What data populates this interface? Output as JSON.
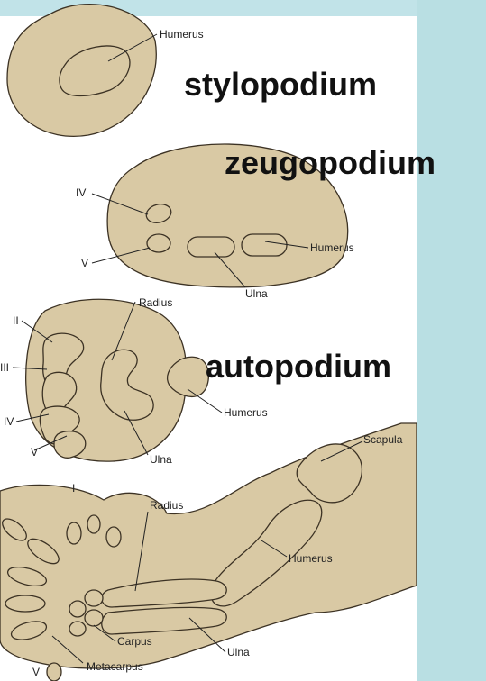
{
  "colors": {
    "accent_band": "#c1e3e8",
    "side_panel": "#b9dfe3",
    "bone_fill": "#d9c9a4",
    "bone_stroke": "#3c3224",
    "background": "#ffffff"
  },
  "stage_labels": {
    "stylopodium": "stylopodium",
    "zeugopodium": "zeugopodium",
    "autopodium": "autopodium"
  },
  "panel1": {
    "humerus": "Humerus"
  },
  "panel2": {
    "digit_iv": "IV",
    "digit_v": "V",
    "humerus": "Humerus",
    "ulna": "Ulna"
  },
  "panel3": {
    "radius": "Radius",
    "digit_ii": "II",
    "digit_iii": "III",
    "digit_iv": "IV",
    "digit_v": "V",
    "humerus": "Humerus",
    "ulna": "Ulna"
  },
  "panel4": {
    "digit_i": "I",
    "radius": "Radius",
    "scapula": "Scapula",
    "humerus": "Humerus",
    "carpus": "Carpus",
    "ulna": "Ulna",
    "metacarpus": "Metacarpus",
    "digit_v": "V"
  }
}
